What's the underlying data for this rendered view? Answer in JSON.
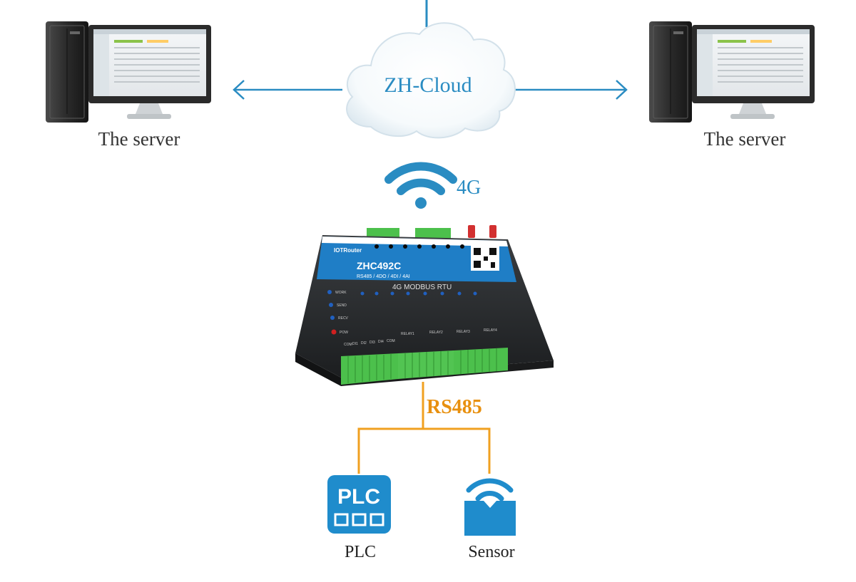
{
  "diagram": {
    "cloud": {
      "label": "ZH-Cloud"
    },
    "servers": [
      {
        "label": "The server",
        "side": "left"
      },
      {
        "label": "The server",
        "side": "right"
      }
    ],
    "network": {
      "label": "4G"
    },
    "device": {
      "brand": "IOTRouter",
      "model": "ZHC492C",
      "spec": "RS485 / 4DO / 4DI / 4AI",
      "subtitle": "4G MODBUS RTU",
      "leds": [
        "WORK",
        "SEND",
        "RECV",
        "POW"
      ],
      "relays": [
        "RELAY1",
        "RELAY2",
        "RELAY3",
        "RELAY4"
      ],
      "terminal_labels": [
        "COM",
        "DI1",
        "DI2",
        "DI3",
        "DI4",
        "COM"
      ]
    },
    "bus": {
      "label": "RS485"
    },
    "endpoints": [
      {
        "label": "PLC",
        "icon": "plc-icon",
        "icon_text": "PLC"
      },
      {
        "label": "Sensor",
        "icon": "sensor-icon"
      }
    ],
    "colors": {
      "network_blue": "#2a8cc2",
      "bus_orange": "#f0a020",
      "bus_label": "#e8900f",
      "icon_blue": "#1f8ccc",
      "terminal_green": "#4cc04c"
    }
  }
}
